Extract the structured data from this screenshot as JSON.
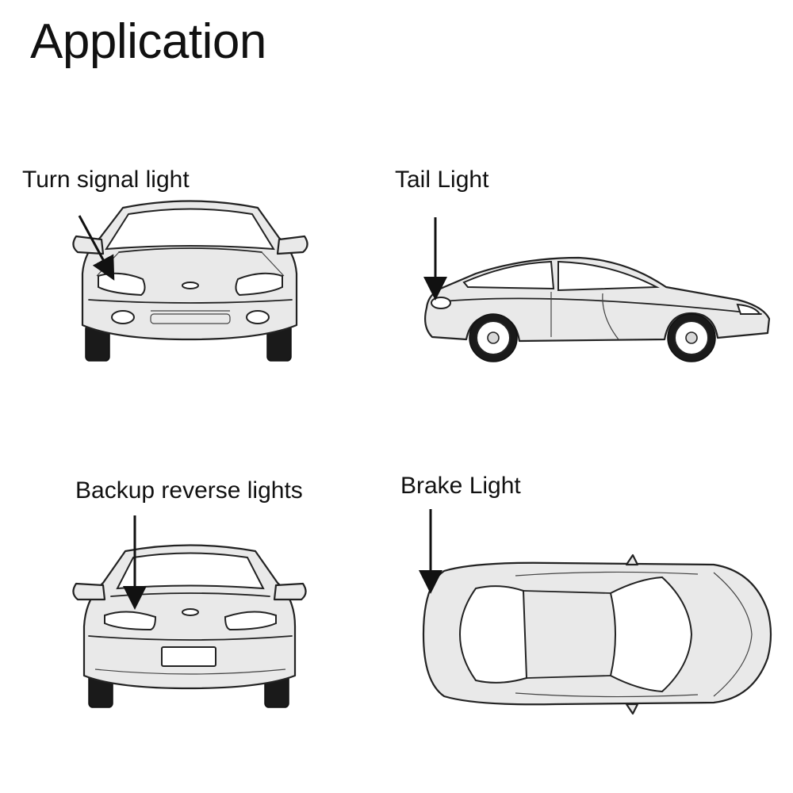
{
  "title": "Application",
  "labels": {
    "turn_signal": "Turn signal light",
    "tail": "Tail Light",
    "backup": "Backup reverse lights",
    "brake": "Brake Light"
  },
  "colors": {
    "body_fill": "#e9e9e9",
    "outline": "#222222",
    "background": "#ffffff"
  }
}
